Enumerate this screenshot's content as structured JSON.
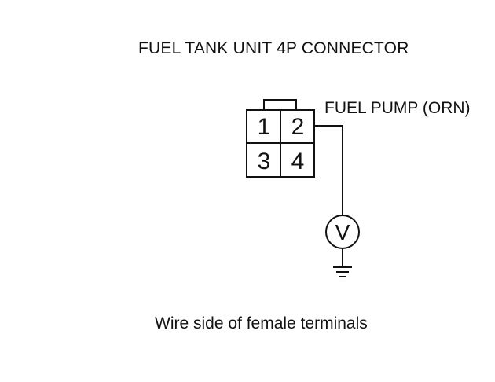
{
  "diagram": {
    "title": "FUEL TANK UNIT 4P CONNECTOR",
    "wire_label": "FUEL PUMP (ORN)",
    "caption": "Wire side of female terminals",
    "connector": {
      "pins": [
        "1",
        "2",
        "3",
        "4"
      ]
    },
    "meter_symbol": "V"
  }
}
